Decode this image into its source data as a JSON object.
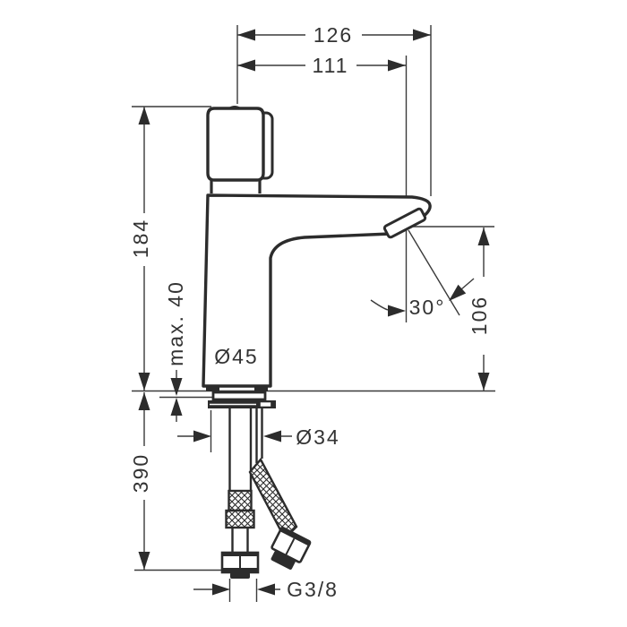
{
  "drawing": {
    "type": "technical-dimension-drawing",
    "subject": "single-hole basin mixer faucet, side elevation with flexible supply hoses",
    "background_color": "#ffffff",
    "line_color": "#2e2e2e",
    "text_color": "#333333",
    "dimensions": {
      "width_overall": "126",
      "width_to_outlet": "111",
      "height_body": "184",
      "mounting_max_thickness": "max. 40",
      "hose_length": "390",
      "body_diameter": "Ø45",
      "shank_diameter": "Ø34",
      "outlet_height": "106",
      "outlet_angle": "30°",
      "supply_connection": "G3/8"
    }
  }
}
